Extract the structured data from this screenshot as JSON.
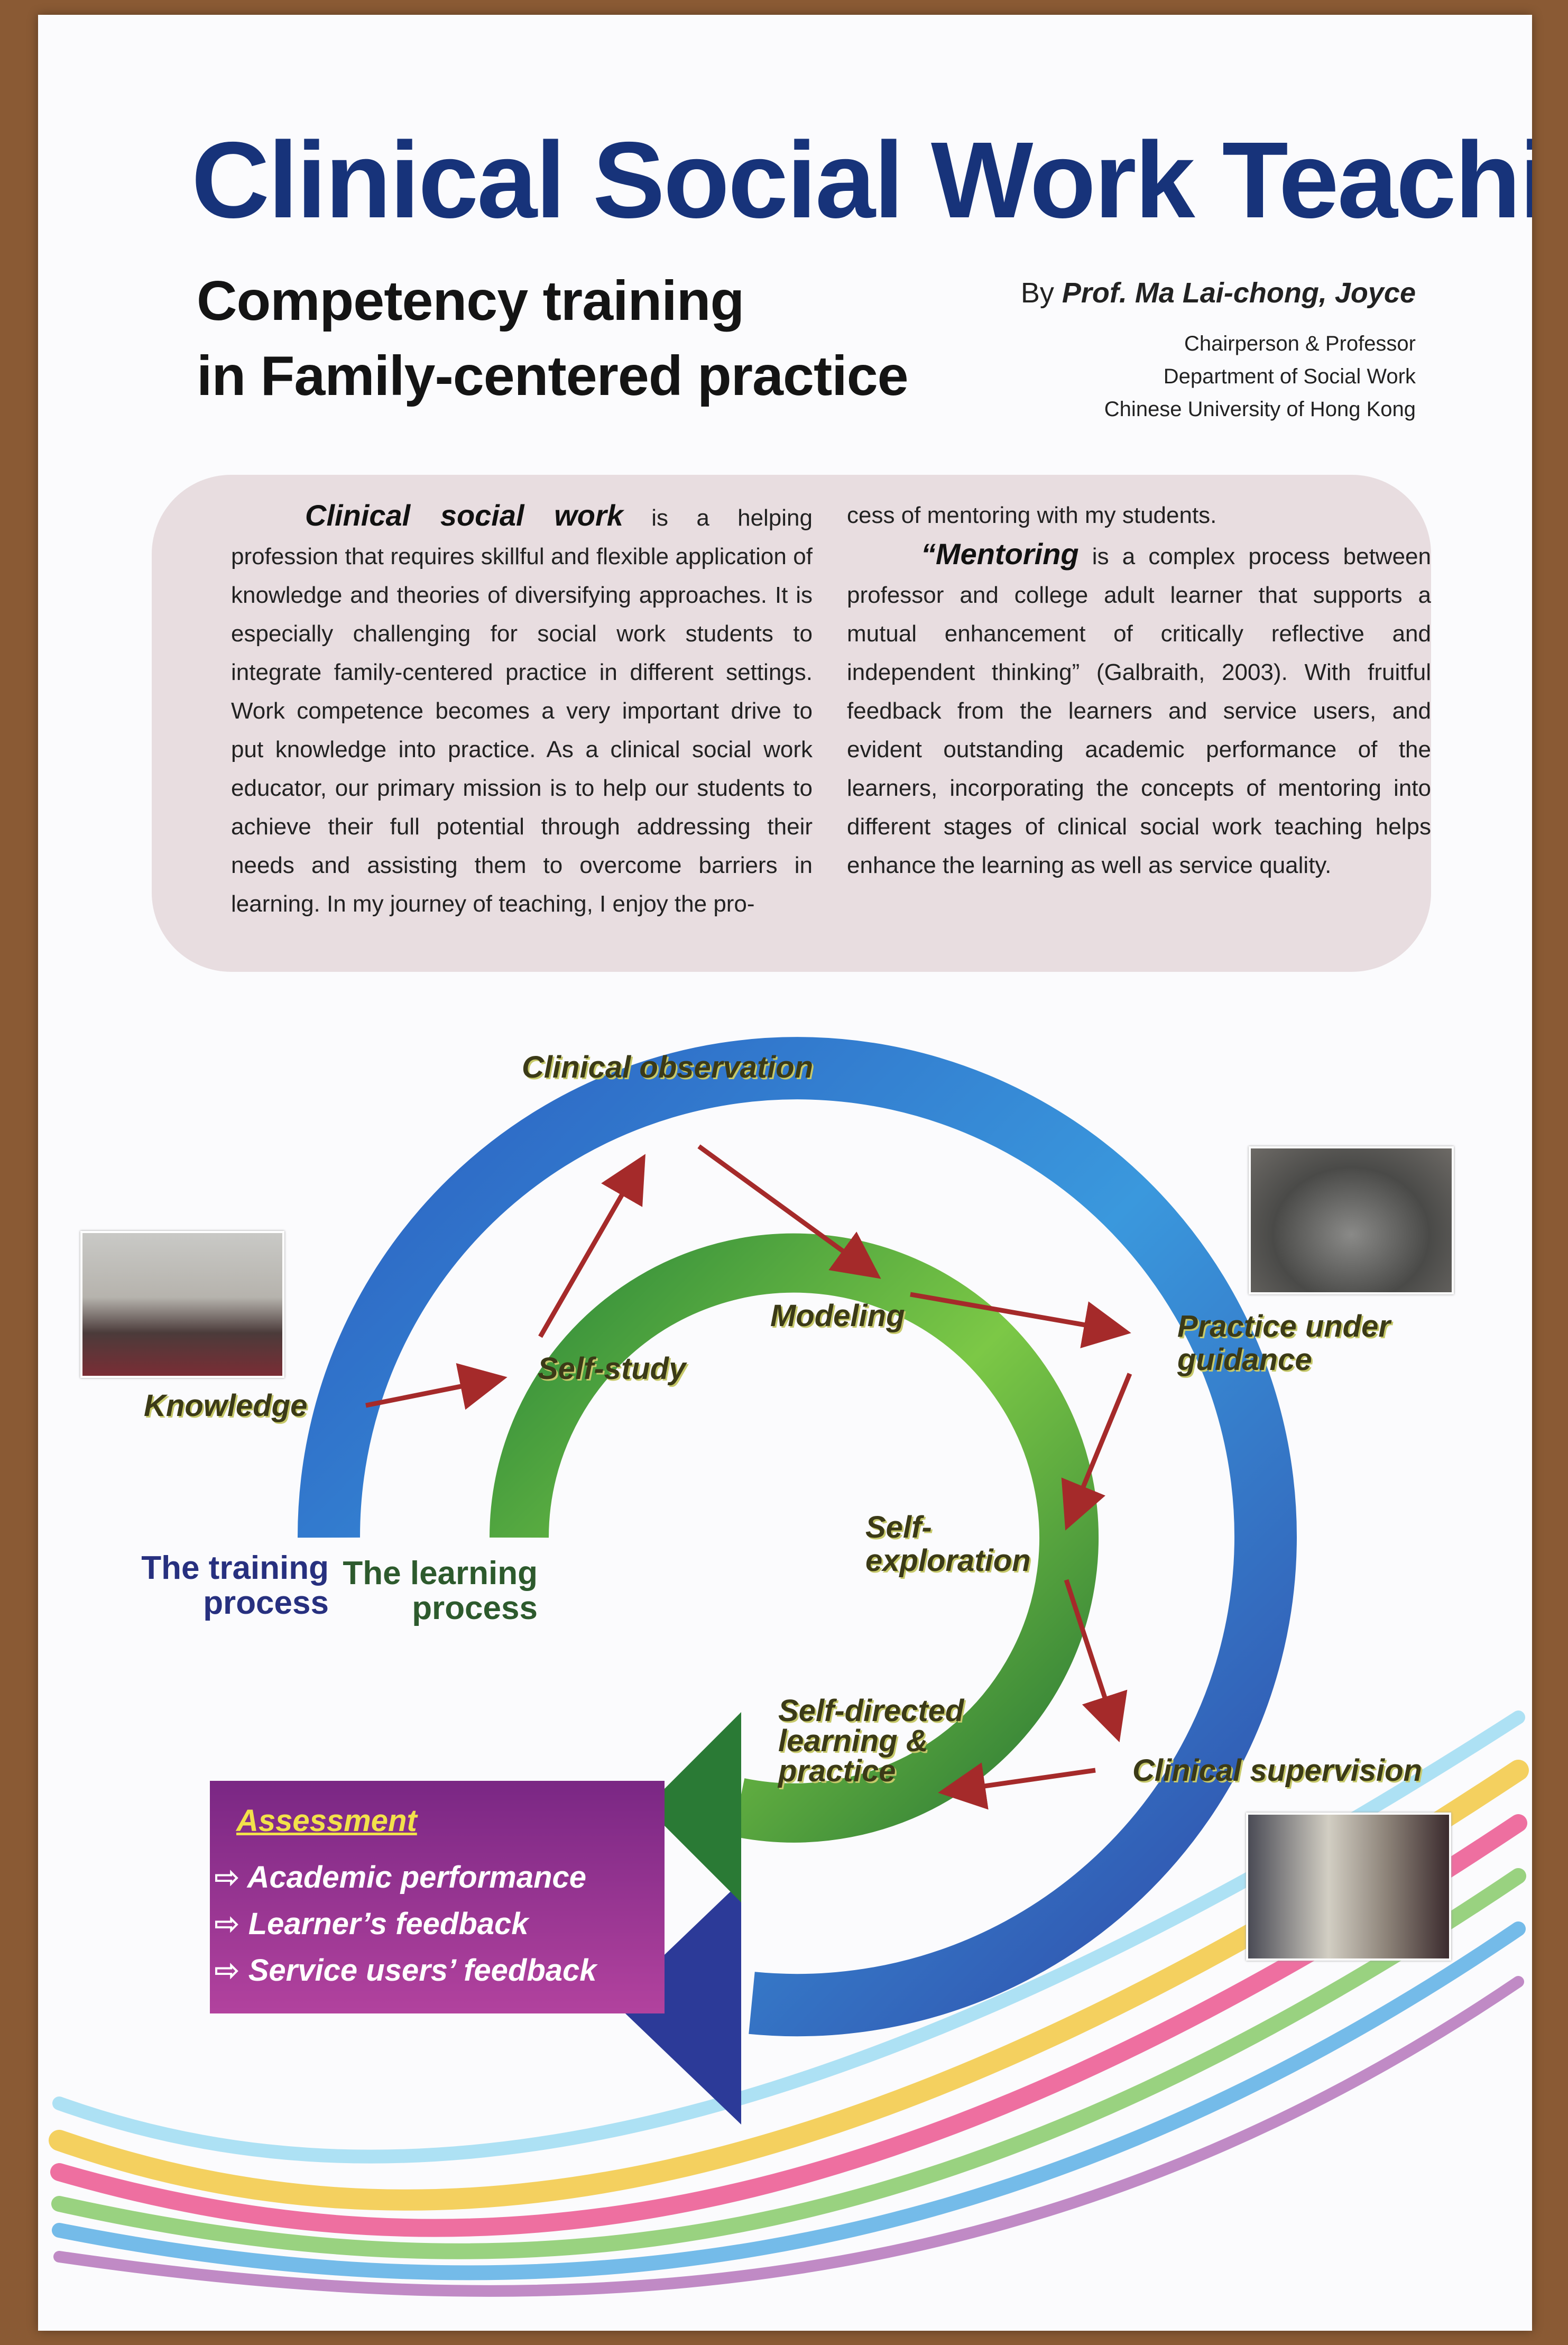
{
  "poster": {
    "title": "Clinical Social Work Teaching",
    "subtitle_line1": "Competency training",
    "subtitle_line2": "in Family-centered practice",
    "byline_prefix": "By",
    "author": "Prof. Ma Lai-chong, Joyce",
    "affiliation_1": "Chairperson & Professor",
    "affiliation_2": "Department of Social Work",
    "affiliation_3": "Chinese University of Hong Kong"
  },
  "intro": {
    "left_lead": "Clinical social work",
    "left_text": " is a helping profession that requires skillful and flexible application of knowledge and theories of diversifying approaches. It is especially challenging for social work students to integrate family-centered practice in different settings. Work competence becomes a very important drive to put knowledge into practice. As a clinical social work educator, our primary mission is to help our students to achieve their full potential through addressing their needs and assisting them to overcome barriers in learning. In my journey of teaching, I enjoy the pro-",
    "right_intro": "cess of mentoring with my students.",
    "right_lead": "“Mentoring",
    "right_text": " is a complex process between professor and college adult learner that supports a mutual enhancement of critically reflective and independent thinking” (Galbraith, 2003). With fruitful feedback from the learners and service users, and evident outstanding academic performance of the learners, incorporating the concepts of mentoring into different stages of clinical social work teaching helps enhance the learning as well as service quality."
  },
  "diagram": {
    "outer_color": "#2f6fc3",
    "inner_color": "#4ea83a",
    "arrow_color": "#a52a2a",
    "labels": {
      "clinical_observation": "Clinical observation",
      "modeling": "Modeling",
      "self_study": "Self-study",
      "knowledge": "Knowledge",
      "practice_under_guidance_1": "Practice under",
      "practice_under_guidance_2": "guidance",
      "self_exploration_1": "Self-",
      "self_exploration_2": "exploration",
      "self_directed_1": "Self-directed",
      "self_directed_2": "learning &",
      "self_directed_3": "practice",
      "clinical_supervision": "Clinical supervision"
    },
    "training_process_1": "The training",
    "training_process_2": "process",
    "learning_process_1": "The learning",
    "learning_process_2": "process"
  },
  "assessment": {
    "title": "Assessment",
    "items": [
      "Academic performance",
      "Learner’s feedback",
      "Service users’ feedback"
    ],
    "bullet": "⇨"
  }
}
